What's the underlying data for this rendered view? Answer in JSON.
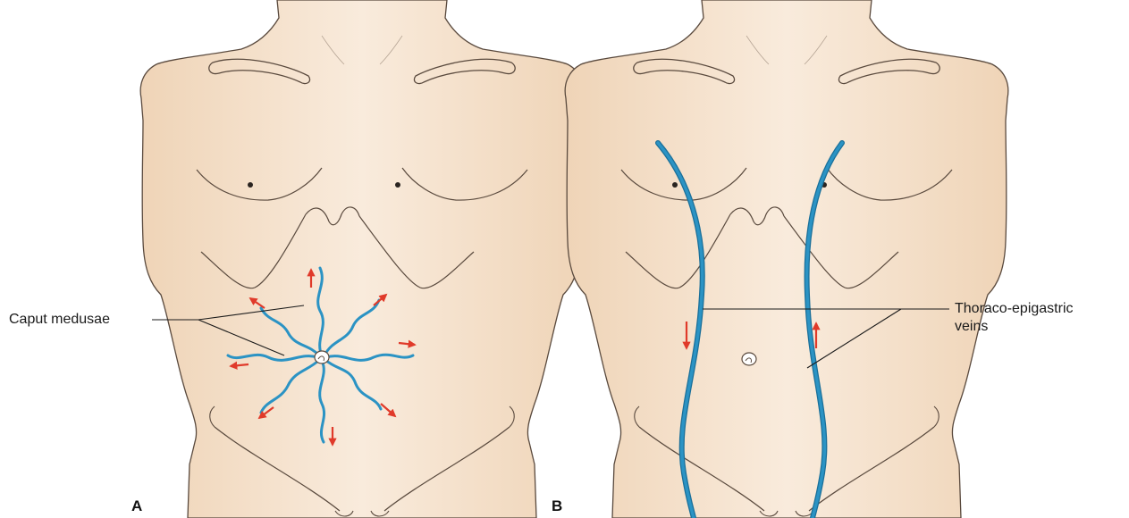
{
  "panels": [
    {
      "letter": "A"
    },
    {
      "letter": "B"
    }
  ],
  "labels": {
    "caput_medusae": "Caput medusae",
    "thoraco_line1": "Thoraco-epigastric",
    "thoraco_line2": "veins"
  },
  "colors": {
    "skin": "#f3dcc2",
    "skin_highlight": "#f9ebdc",
    "outline": "#5a4a3e",
    "vein": "#2b93c4",
    "vein_dark": "#1a6f99",
    "arrow": "#e03a2a",
    "leader": "#1a1a1a"
  }
}
